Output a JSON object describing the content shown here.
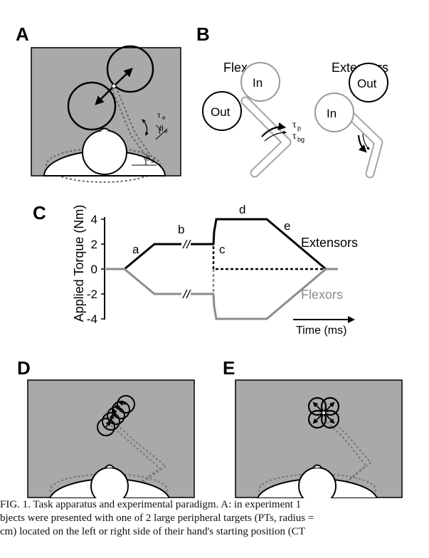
{
  "panels": {
    "a": "A",
    "b": "B",
    "c": "C",
    "d": "D",
    "e": "E"
  },
  "panel_a": {
    "tau_e": "τ",
    "tau_e_sub": "e",
    "theta_e": "θ",
    "theta_e_sub": "e",
    "theta_s": "θ",
    "theta_s_sub": "s"
  },
  "panel_b": {
    "flexors_title": "Flexors",
    "extensors_title": "Extensors",
    "flexors_in": "In",
    "flexors_out": "Out",
    "extensors_in": "In",
    "extensors_out": "Out",
    "tau_p": "τ",
    "tau_p_sub": "p",
    "tau_bg": "τ",
    "tau_bg_sub": "bg"
  },
  "chart_data": {
    "type": "line",
    "ylabel": "Applied Torque (Nm)",
    "ylim": [
      -4,
      4
    ],
    "yticks": [
      "4",
      "2",
      "0",
      "-2",
      "-4"
    ],
    "phase_labels": [
      "a",
      "b",
      "c",
      "d",
      "e"
    ],
    "xlabel": "Time (ms)",
    "series": [
      {
        "name": "Extensors",
        "color": "#000000"
      },
      {
        "name": "Flexors",
        "color": "#8c8c8c"
      }
    ]
  },
  "caption": {
    "line1": "FIG. 1.   Task apparatus and experimental paradigm. A: in experiment 1",
    "line2": "bjects were presented with one of 2 large peripheral targets (PTs, radius =",
    "line3": "cm) located on the left or right side of their hand's starting position (CT"
  }
}
